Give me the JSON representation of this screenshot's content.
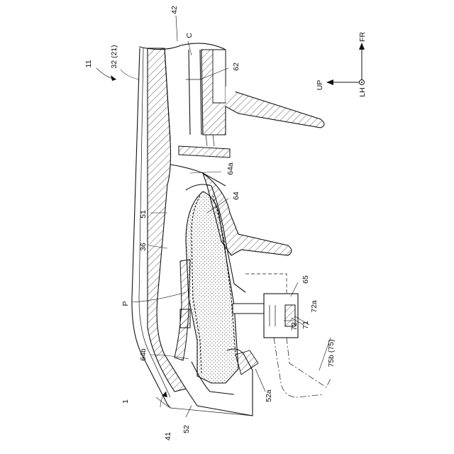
{
  "labels": {
    "fig": "11",
    "ref_32_21": "32 (21)",
    "ref_42": "42",
    "ref_C": "C",
    "ref_62": "62",
    "ref_64a": "64a",
    "ref_64": "64",
    "ref_51": "51",
    "ref_36": "36",
    "ref_P": "P",
    "ref_64b": "64b",
    "ref_1": "1",
    "ref_41": "41",
    "ref_52": "52",
    "ref_52a": "52a",
    "ref_65": "65",
    "ref_72a": "72a",
    "ref_71": "71",
    "ref_72": "72",
    "ref_75b": "75b (75)"
  },
  "compass": {
    "fr": "FR",
    "up": "UP",
    "lh": "LH"
  }
}
